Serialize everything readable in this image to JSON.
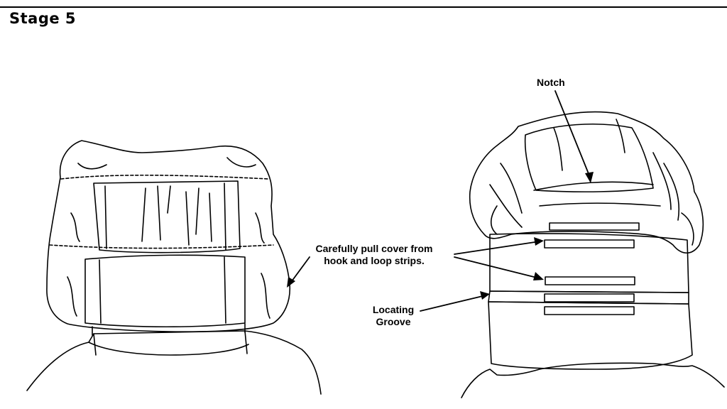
{
  "title": "Stage 5",
  "labels": {
    "notch": "Notch",
    "pull_line1": "Carefully pull cover from",
    "pull_line2": "hook and loop strips.",
    "groove_line1": "Locating",
    "groove_line2": "Groove"
  },
  "colors": {
    "ink": "#000000",
    "paper": "#ffffff"
  }
}
